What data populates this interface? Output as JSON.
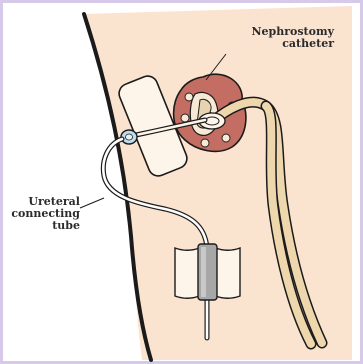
{
  "labels": {
    "nephrostomy_line1": "Nephrostomy",
    "nephrostomy_line2": "catheter",
    "ureteral_line1": "Ureteral",
    "ureteral_line2": "connecting",
    "ureteral_line3": "tube"
  },
  "colors": {
    "frame": "#d7c9ea",
    "skin": "#fae3cf",
    "kidney": "#c46e63",
    "catheter": "#efd7ad",
    "outline": "#1b1b1b"
  }
}
